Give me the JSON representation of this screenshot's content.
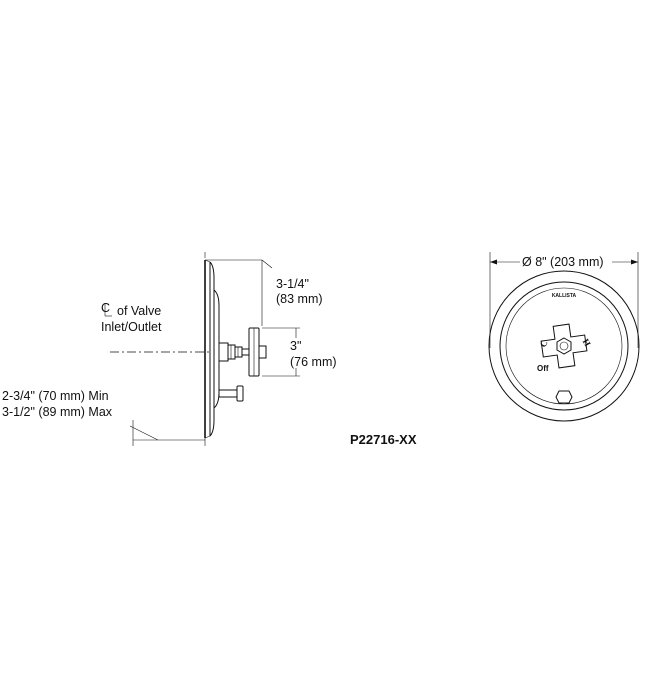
{
  "drawing": {
    "side_view": {
      "centerline_label_line1": "of Valve",
      "centerline_label_line2": "Inlet/Outlet",
      "depth_min": "2-3/4\" (70 mm) Min",
      "depth_max": "3-1/2\" (89 mm) Max",
      "handle_projection_line1": "3-1/4\"",
      "handle_projection_line2": "(83 mm)",
      "handle_height_line1": "3\"",
      "handle_height_line2": "(76 mm)"
    },
    "front_view": {
      "diameter": "Ø 8\" (203 mm)",
      "brand_mark": "KALLISTA",
      "cold_mark": "C",
      "hot_mark": "H",
      "off_mark": "Off"
    },
    "model_number": "P22716-XX"
  }
}
